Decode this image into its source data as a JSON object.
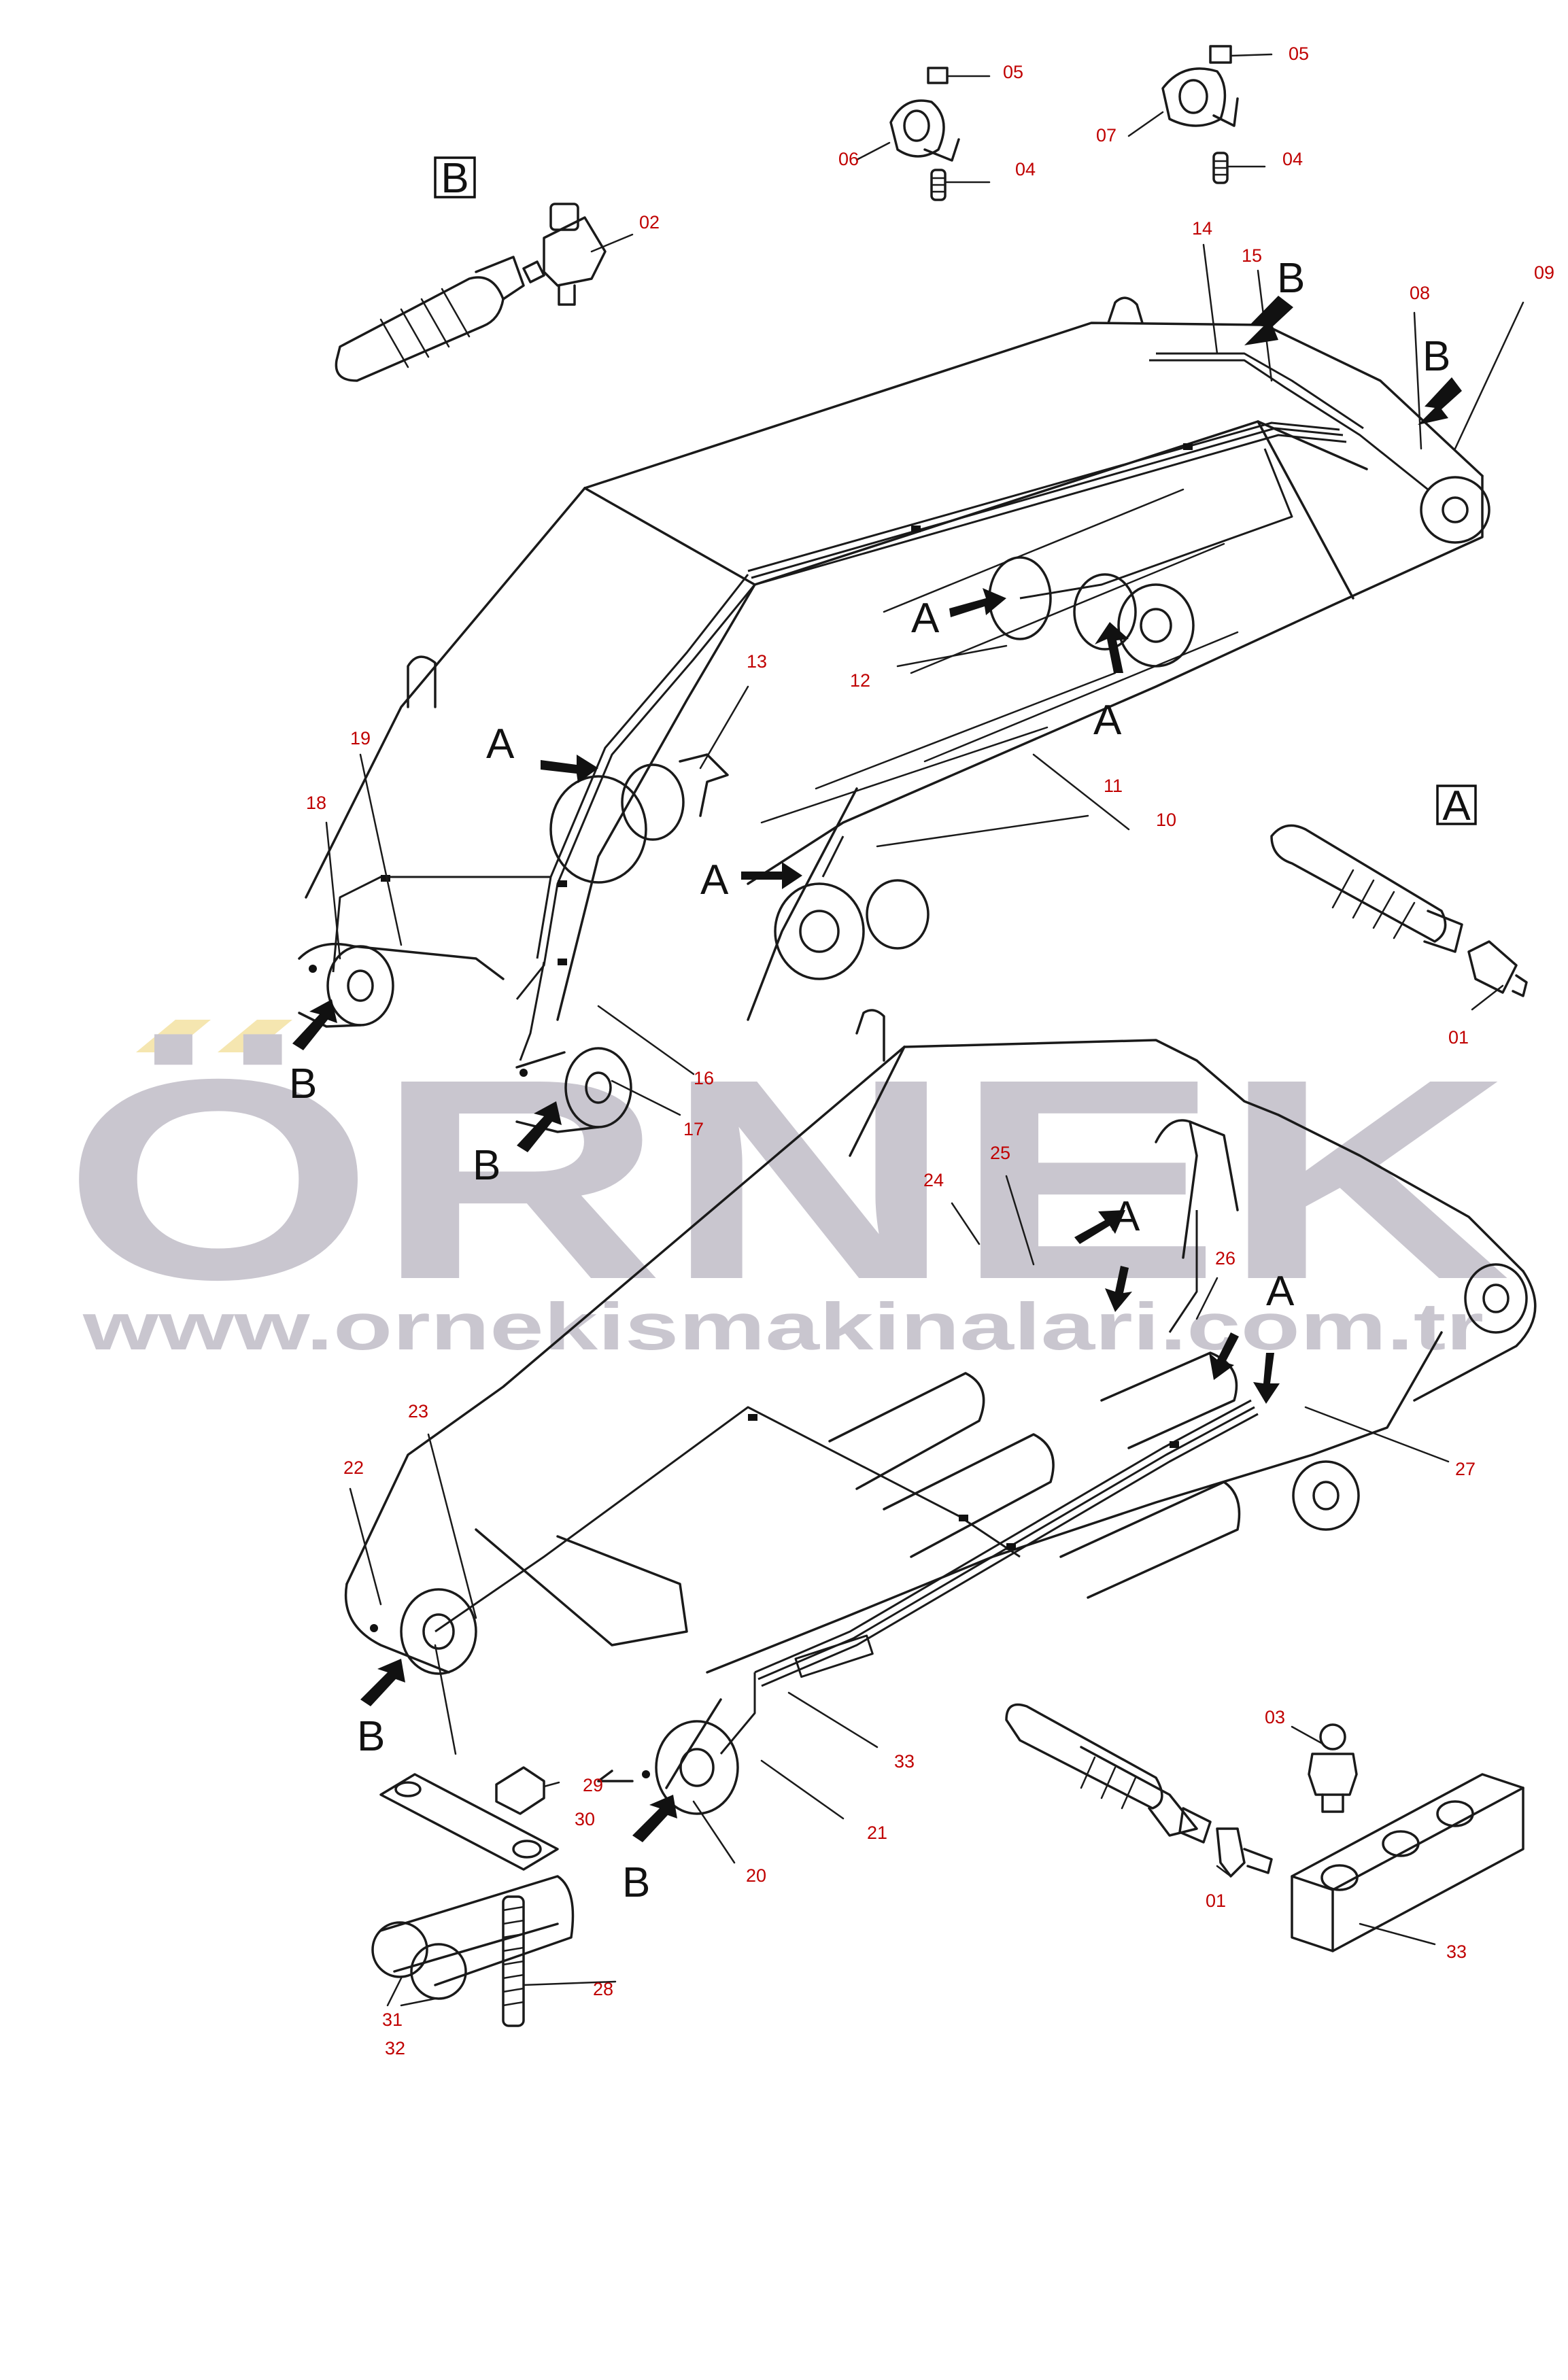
{
  "watermark": {
    "brand": "ÖRNEK",
    "url": "www.ornekismakinalari.com.tr",
    "brand_color": "#c9c6cf",
    "accent_color": "#f5e6b0"
  },
  "view_labels": {
    "detail_a": "A",
    "detail_b": "B",
    "arrow_a": "A",
    "arrow_b": "B"
  },
  "part_numbers": {
    "p01": "01",
    "p02": "02",
    "p03": "03",
    "p04": "04",
    "p05": "05",
    "p06": "06",
    "p07": "07",
    "p08": "08",
    "p09": "09",
    "p10": "10",
    "p11": "11",
    "p12": "12",
    "p13": "13",
    "p14": "14",
    "p15": "15",
    "p16": "16",
    "p17": "17",
    "p18": "18",
    "p19": "19",
    "p20": "20",
    "p21": "21",
    "p22": "22",
    "p23": "23",
    "p24": "24",
    "p25": "25",
    "p26": "26",
    "p27": "27",
    "p28": "28",
    "p29": "29",
    "p30": "30",
    "p31": "31",
    "p32": "32",
    "p33": "33"
  },
  "colors": {
    "label_red": "#c00000",
    "line": "#1a1a1a"
  }
}
